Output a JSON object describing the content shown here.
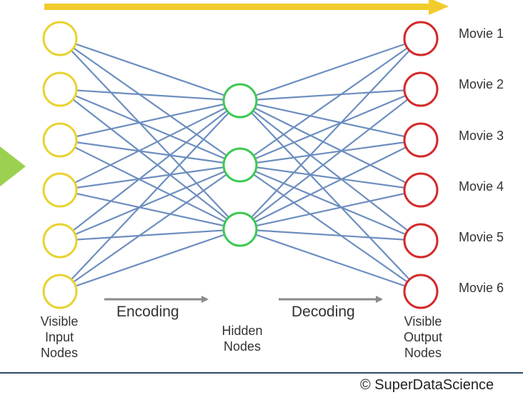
{
  "diagram": {
    "input_nodes": {
      "count": 6,
      "color": "#E8D331",
      "caption": [
        "Visible",
        "Input",
        "Nodes"
      ]
    },
    "hidden_nodes": {
      "count": 3,
      "color": "#3CC952",
      "caption": [
        "Hidden",
        "Nodes"
      ]
    },
    "output_nodes": {
      "count": 6,
      "color": "#D32A2A",
      "caption": [
        "Visible",
        "Output",
        "Nodes"
      ]
    },
    "movie_labels": [
      "Movie 1",
      "Movie 2",
      "Movie 3",
      "Movie 4",
      "Movie 5",
      "Movie 6"
    ],
    "phases": {
      "encoding": "Encoding",
      "decoding": "Decoding"
    },
    "colors": {
      "connection": "#6C8EBF",
      "top_arrow": "#F1CC2C",
      "side_arrow": "#9BD150",
      "phase_arrow": "#8A8A8A",
      "footer_rule": "#2F4A6B"
    }
  },
  "footer": {
    "copyright": "© SuperDataScience"
  }
}
